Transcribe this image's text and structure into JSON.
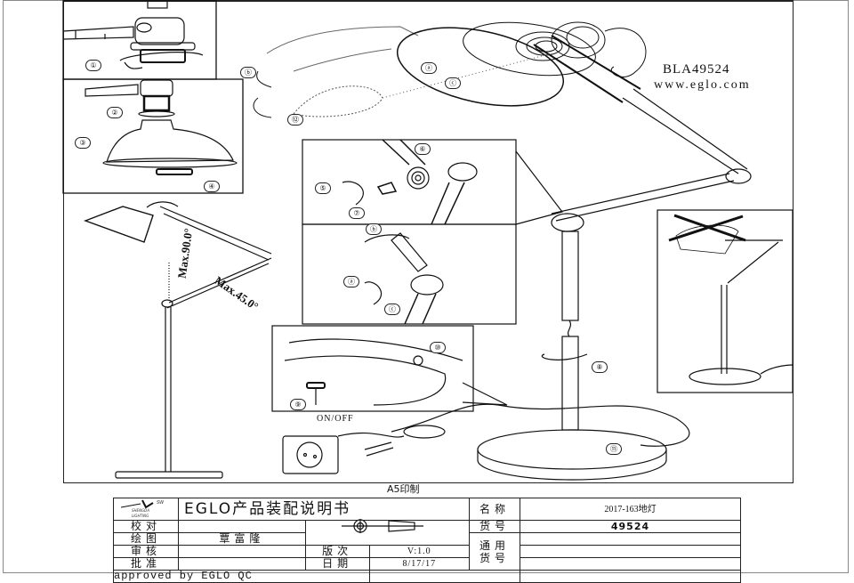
{
  "document": {
    "model_code": "BLA49524",
    "website": "www.eglo.com",
    "print_size": "A5印制",
    "switch_label": "ON/OFF",
    "angle_labels": {
      "upper": "Max.90.0°",
      "lower": "Max.45.0°"
    },
    "callouts": [
      "①",
      "②",
      "③",
      "④",
      "⑤",
      "⑥",
      "⑦",
      "⑧",
      "⑨",
      "⑩",
      "⑪",
      "⑫",
      "ⓐ",
      "ⓑ",
      "ⓒ"
    ]
  },
  "title_block": {
    "logo": {
      "name_line1": "SHENGDA",
      "name_line2": "LIGHTING",
      "mark": "SW"
    },
    "title": "EGLO产品装配说明书",
    "rows": [
      {
        "label": "校对",
        "value": ""
      },
      {
        "label": "绘图",
        "value": "覃富隆"
      },
      {
        "label": "审核",
        "value": ""
      },
      {
        "label": "批准",
        "value": ""
      }
    ],
    "version_label": "版次",
    "version_value": "V:1.0",
    "date_label": "日期",
    "date_value": "8/17/17",
    "approved": "approved by EGLO QC",
    "name_label": "名称",
    "name_value": "2017-163地灯",
    "item_no_label": "货号",
    "item_no_value": "49524",
    "common_item_label_1": "通用",
    "common_item_label_2": "货号"
  }
}
